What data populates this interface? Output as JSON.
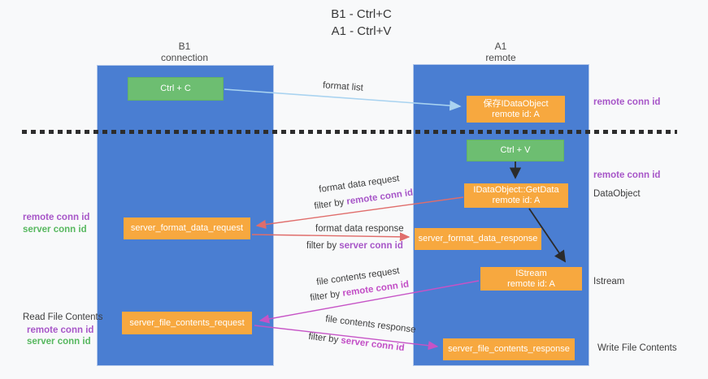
{
  "title": {
    "line1": "B1 - Ctrl+C",
    "line2": "A1 - Ctrl+V"
  },
  "lanes": {
    "left": {
      "header_line1": "B1",
      "header_line2": "connection"
    },
    "right": {
      "header_line1": "A1",
      "header_line2": "remote"
    }
  },
  "nodes": {
    "ctrl_c": "Ctrl + C",
    "ctrl_v": "Ctrl + V",
    "save_dataobject": {
      "line1": "保存IDataObject",
      "line2": "remote id: A"
    },
    "getdata": {
      "line1": "IDataObject::GetData",
      "line2": "remote id: A"
    },
    "istream": {
      "line1": "IStream",
      "line2": "remote id: A"
    },
    "format_request": "server_format_data_request",
    "format_response": "server_format_data_response",
    "file_request": "server_file_contents_request",
    "file_response": "server_file_contents_response"
  },
  "arrow_labels": {
    "format_list": "format list",
    "format_request": "format data request",
    "format_request_filter_prefix": "filter by ",
    "format_request_filter_key": "remote conn id",
    "format_response": "format data response",
    "format_response_filter_prefix": "filter by ",
    "format_response_filter_key": "server conn id",
    "file_request": "file contents request",
    "file_request_filter_prefix": "filter by ",
    "file_request_filter_key": "remote conn id",
    "file_response": "file contents response",
    "file_response_filter_prefix": "filter by ",
    "file_response_filter_key": "server conn id"
  },
  "side_labels": {
    "right_remote_conn_top": "remote conn id",
    "right_remote_conn_mid": "remote conn id",
    "dataobject": "DataObject",
    "istream": "Istream",
    "write_file": "Write File Contents",
    "left_remote_conn_mid": "remote conn id",
    "left_server_conn_mid": "server conn id",
    "read_file": "Read File Contents",
    "left_remote_conn_bottom": "remote conn id",
    "left_server_conn_bottom": "server conn id"
  },
  "colors": {
    "lane_blue": "#4a7ed2",
    "box_orange": "#f7a83f",
    "box_green": "#6dbe71",
    "arrow_light_blue": "#a9d3f0",
    "arrow_red": "#e06d6b",
    "arrow_magenta": "#c653c6",
    "arrow_black": "#2b2b2b",
    "label_purple": "#a756c8",
    "label_magenta": "#c24ec6",
    "label_green": "#57b85f"
  }
}
